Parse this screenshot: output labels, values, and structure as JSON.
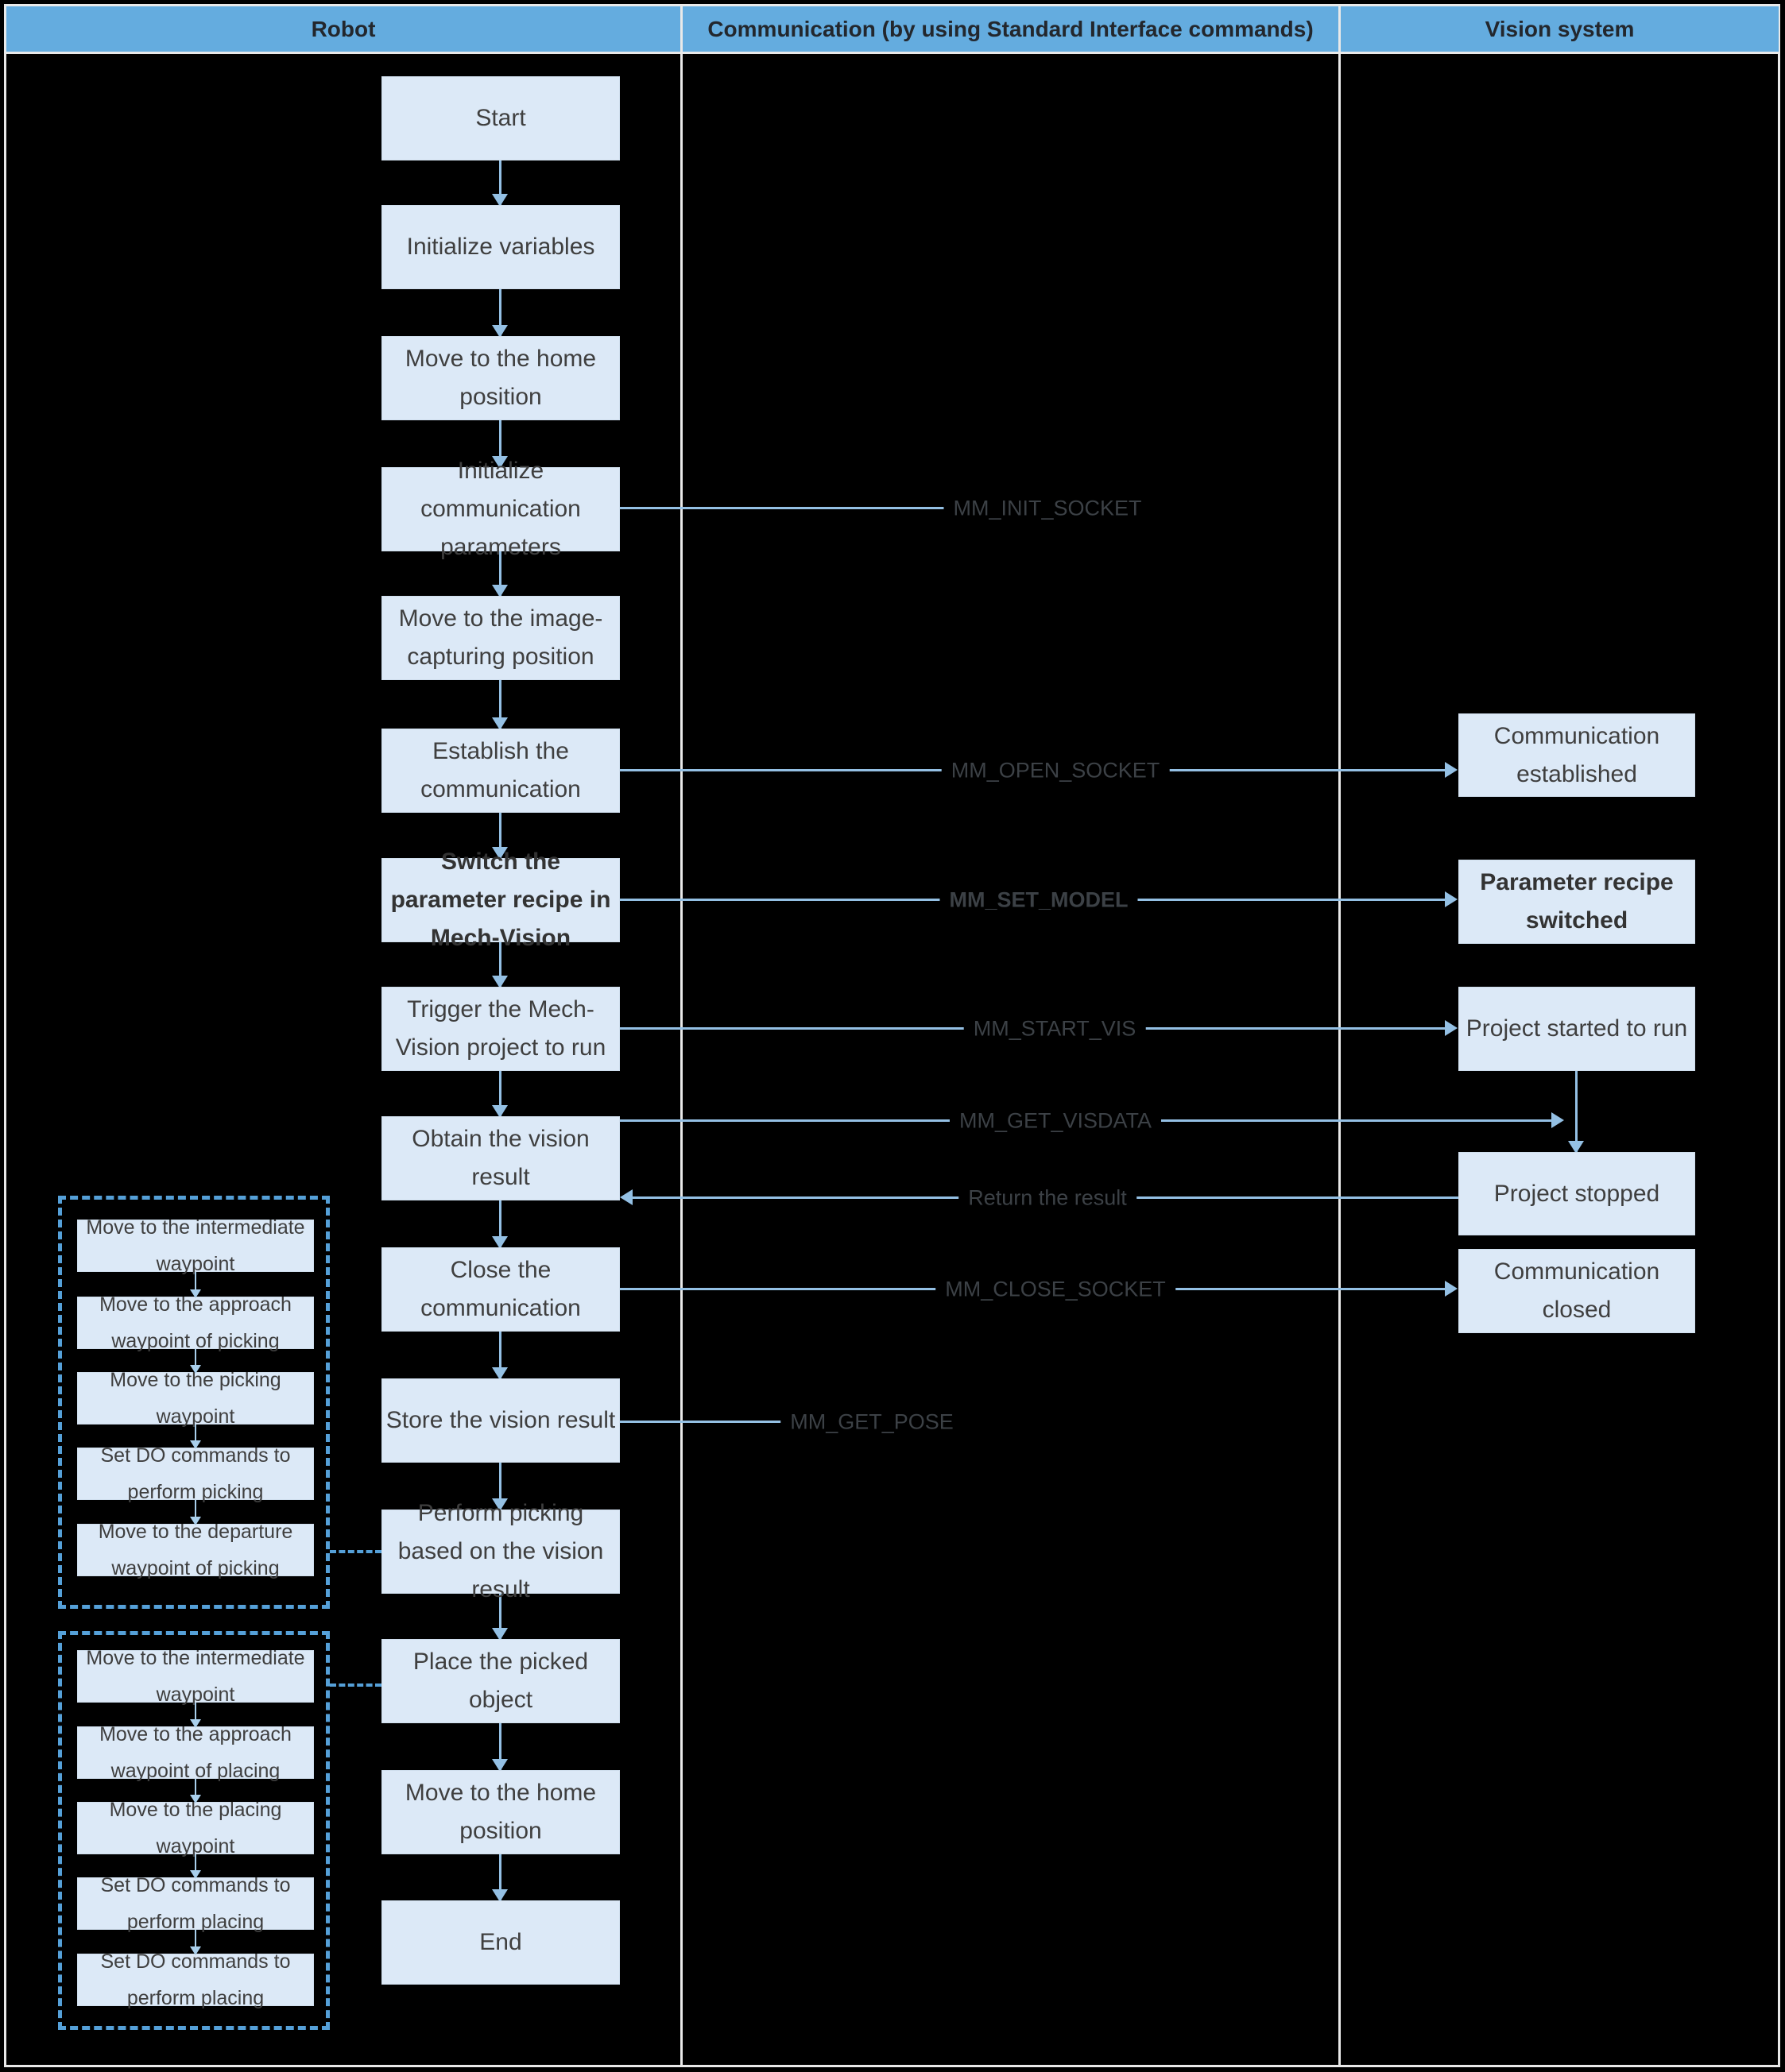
{
  "header": {
    "columns": [
      {
        "label": "Robot"
      },
      {
        "label": "Communication (by using Standard Interface commands)"
      },
      {
        "label": "Vision system"
      }
    ]
  },
  "robot_flow": {
    "boxes": [
      {
        "label": "Start"
      },
      {
        "label": "Initialize variables"
      },
      {
        "label": "Move to the home position"
      },
      {
        "label": "Initialize communication parameters"
      },
      {
        "label": "Move to the image-capturing position"
      },
      {
        "label": "Establish the communication"
      },
      {
        "label": "Switch the parameter recipe in Mech-Vision",
        "bold": true
      },
      {
        "label": "Trigger the Mech-Vision project to run"
      },
      {
        "label": "Obtain the vision result"
      },
      {
        "label": "Close the communication"
      },
      {
        "label": "Store the vision result"
      },
      {
        "label": "Perform picking based on the vision result"
      },
      {
        "label": "Place the picked object"
      },
      {
        "label": "Move to the home position"
      },
      {
        "label": "End"
      }
    ]
  },
  "communication": {
    "labels": [
      {
        "label": "MM_INIT_SOCKET"
      },
      {
        "label": "MM_OPEN_SOCKET"
      },
      {
        "label": "MM_SET_MODEL",
        "bold": true
      },
      {
        "label": "MM_START_VIS"
      },
      {
        "label": "MM_GET_VISDATA"
      },
      {
        "label": "Return the result"
      },
      {
        "label": "MM_CLOSE_SOCKET"
      },
      {
        "label": "MM_GET_POSE"
      }
    ]
  },
  "vision_flow": {
    "boxes": [
      {
        "label": "Communication established"
      },
      {
        "label": "Parameter recipe switched",
        "bold": true
      },
      {
        "label": "Project started to run"
      },
      {
        "label": "Project stopped"
      },
      {
        "label": "Communication closed"
      }
    ]
  },
  "picking_group": {
    "boxes": [
      {
        "label": "Move to the intermediate waypoint"
      },
      {
        "label": "Move to the approach waypoint of picking"
      },
      {
        "label": "Move to the picking waypoint"
      },
      {
        "label": "Set DO commands to perform picking"
      },
      {
        "label": "Move to the departure waypoint of picking"
      }
    ]
  },
  "placing_group": {
    "boxes": [
      {
        "label": "Move to the intermediate waypoint"
      },
      {
        "label": "Move to the approach waypoint of placing"
      },
      {
        "label": "Move to the placing waypoint"
      },
      {
        "label": "Set DO commands to perform placing"
      },
      {
        "label": "Set DO commands to perform placing"
      }
    ]
  },
  "colors": {
    "header_bg": "#64acdf",
    "header_text": "#23272d",
    "box_bg": "#dce9f7",
    "box_text": "#3f3f3f",
    "arrow_blue": "#94c0e4",
    "dashed_blue": "#55a0d8",
    "command_label_text": "#3c4146",
    "grid_line": "#e9e9e9",
    "background": "#000000"
  }
}
